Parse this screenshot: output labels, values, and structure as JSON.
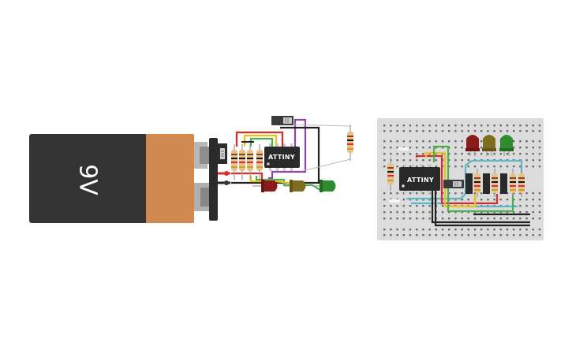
{
  "battery": {
    "label": "9V",
    "body_color": "#333333",
    "cap_color": "#d08a4f"
  },
  "chip": {
    "label_left": "ATTINY",
    "label_right": "ATTINY",
    "body_color": "#2a2a2a"
  },
  "leds": [
    {
      "name": "red",
      "color": "#8b1a1a"
    },
    {
      "name": "olive",
      "color": "#7f6d1f"
    },
    {
      "name": "green",
      "color": "#2e8b2e"
    }
  ],
  "wire_colors": {
    "red": "#d92b2b",
    "yellow": "#e8c21a",
    "green": "#4caf50",
    "purple": "#8e44ad",
    "black": "#222222",
    "cyan": "#5bb6c9"
  },
  "breadboard": {
    "color": "#dcdcdc",
    "hole_color": "#6a6a6a"
  }
}
